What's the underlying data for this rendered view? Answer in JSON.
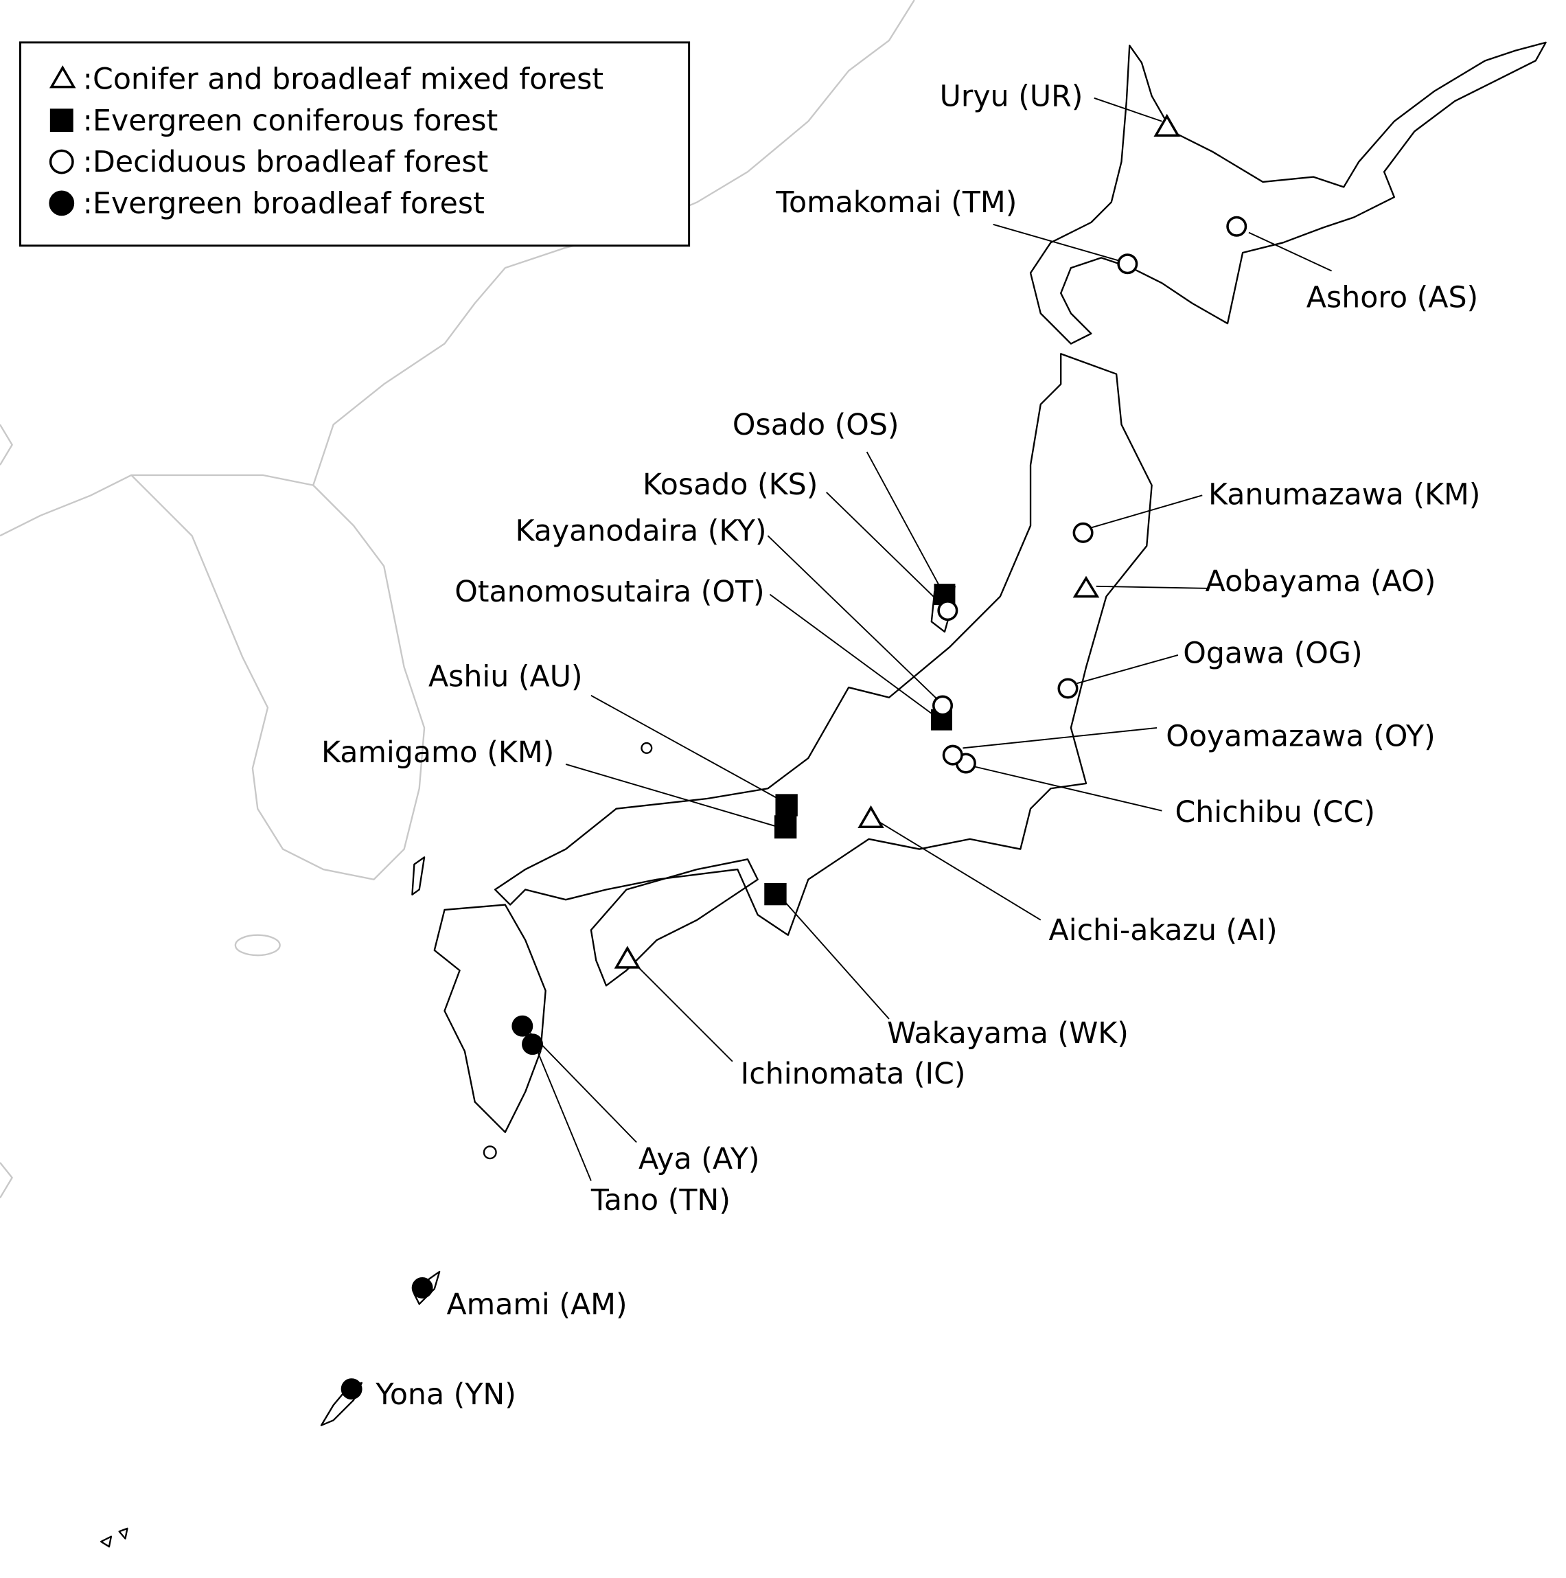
{
  "legend": {
    "items": [
      {
        "symbol": "open-triangle",
        "label": ":Conifer and broadleaf mixed forest"
      },
      {
        "symbol": "filled-square",
        "label": ":Evergreen coniferous forest"
      },
      {
        "symbol": "open-circle",
        "label": ":Deciduous broadleaf forest"
      },
      {
        "symbol": "filled-circle",
        "label": ":Evergreen broadleaf forest"
      }
    ]
  },
  "sites": {
    "uryu": {
      "label": "Uryu (UR)",
      "type": "Conifer and broadleaf mixed forest"
    },
    "tomakomai": {
      "label": "Tomakomai (TM)",
      "type": "Deciduous broadleaf forest"
    },
    "ashoro": {
      "label": "Ashoro (AS)",
      "type": "Deciduous broadleaf forest"
    },
    "osado": {
      "label": "Osado (OS)",
      "type": "Evergreen coniferous forest"
    },
    "kosado": {
      "label": "Kosado (KS)",
      "type": "Deciduous broadleaf forest"
    },
    "kayanodaira": {
      "label": "Kayanodaira (KY)",
      "type": "Deciduous broadleaf forest"
    },
    "otanomosutaira": {
      "label": "Otanomosutaira (OT)",
      "type": "Evergreen coniferous forest"
    },
    "ashiu": {
      "label": "Ashiu (AU)",
      "type": "Evergreen coniferous forest"
    },
    "kamigamo": {
      "label": "Kamigamo (KM)",
      "type": "Evergreen coniferous forest"
    },
    "kanumazawa": {
      "label": "Kanumazawa (KM)",
      "type": "Deciduous broadleaf forest"
    },
    "aobayama": {
      "label": "Aobayama (AO)",
      "type": "Conifer and broadleaf mixed forest"
    },
    "ogawa": {
      "label": "Ogawa (OG)",
      "type": "Deciduous broadleaf forest"
    },
    "ooyamazawa": {
      "label": "Ooyamazawa (OY)",
      "type": "Deciduous broadleaf forest"
    },
    "chichibu": {
      "label": "Chichibu (CC)",
      "type": "Deciduous broadleaf forest"
    },
    "aichi_akazu": {
      "label": "Aichi-akazu (AI)",
      "type": "Conifer and broadleaf mixed forest"
    },
    "wakayama": {
      "label": "Wakayama (WK)",
      "type": "Evergreen coniferous forest"
    },
    "ichinomata": {
      "label": "Ichinomata (IC)",
      "type": "Conifer and broadleaf mixed forest"
    },
    "aya": {
      "label": "Aya (AY)",
      "type": "Evergreen broadleaf forest"
    },
    "tano": {
      "label": "Tano (TN)",
      "type": "Evergreen broadleaf forest"
    },
    "amami": {
      "label": "Amami (AM)",
      "type": "Evergreen broadleaf forest"
    },
    "yona": {
      "label": "Yona (YN)",
      "type": "Evergreen broadleaf forest"
    }
  }
}
